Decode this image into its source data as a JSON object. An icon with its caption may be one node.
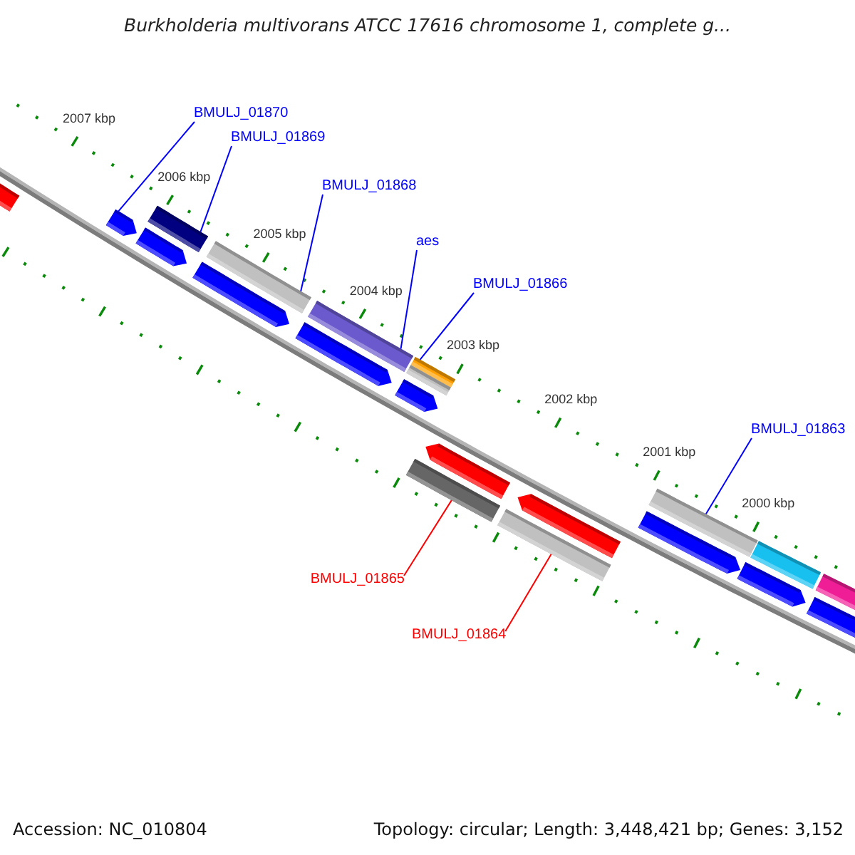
{
  "diagram": {
    "title": "Burkholderia multivorans ATCC 17616 chromosome 1, complete g...",
    "nodes": [
      {
        "text": [
          "BMULJ_01870"
        ]
      },
      {
        "text": [
          "BMULJ_01869"
        ]
      },
      {
        "text": [
          "BMULJ_01868"
        ]
      },
      {
        "text": [
          "aes"
        ]
      },
      {
        "text": [
          "BMULJ_01866"
        ]
      },
      {
        "text": [
          "BMULJ_01863"
        ]
      },
      {
        "text": [
          "BMULJ_01865"
        ]
      },
      {
        "text": [
          "BMULJ_01864"
        ]
      },
      {
        "text": [],
        "shape": "bar"
      },
      {
        "text": [],
        "shape": "bar"
      },
      {
        "text": [],
        "shape": "bar"
      },
      {
        "text": [],
        "shape": "bar"
      },
      {
        "text": [],
        "shape": "bar"
      },
      {
        "text": [],
        "shape": "bar"
      },
      {
        "text": [],
        "shape": "bar"
      },
      {
        "text": [],
        "shape": "arrow"
      },
      {
        "text": [],
        "shape": "arrow"
      },
      {
        "text": [],
        "shape": "arrow"
      },
      {
        "text": [],
        "shape": "arrow"
      },
      {
        "text": [],
        "shape": "arrow"
      },
      {
        "text": [],
        "shape": "arrow"
      },
      {
        "text": [],
        "shape": "arrow"
      },
      {
        "text": [],
        "shape": "bar"
      },
      {
        "text": [],
        "shape": "bar"
      },
      {
        "text": [],
        "shape": "arrow"
      },
      {
        "text": [],
        "shape": "arrow"
      },
      {
        "text": [],
        "shape": "bar"
      },
      {
        "text": [],
        "shape": "bar"
      }
    ],
    "edges": [
      {
        "from": 0,
        "to": 15,
        "arrow": "none"
      },
      {
        "from": 1,
        "to": 8,
        "arrow": "none"
      },
      {
        "from": 2,
        "to": 9,
        "arrow": "none"
      },
      {
        "from": 3,
        "to": 10,
        "arrow": "none"
      },
      {
        "from": 4,
        "to": 11,
        "arrow": "none"
      },
      {
        "from": 5,
        "to": 12,
        "arrow": "none"
      },
      {
        "from": 6,
        "to": 26,
        "arrow": "none",
        "color": "#ff0000"
      },
      {
        "from": 7,
        "to": 27,
        "arrow": "none",
        "color": "#ff0000"
      }
    ],
    "labels": [
      "2007 kbp",
      "2006 kbp",
      "2005 kbp",
      "2004 kbp",
      "2003 kbp",
      "2002 kbp",
      "2001 kbp",
      "2000 kbp",
      "Accession: NC_010804",
      "Topology: circular; Length: 3,448,421 bp; Genes: 3,152"
    ]
  }
}
